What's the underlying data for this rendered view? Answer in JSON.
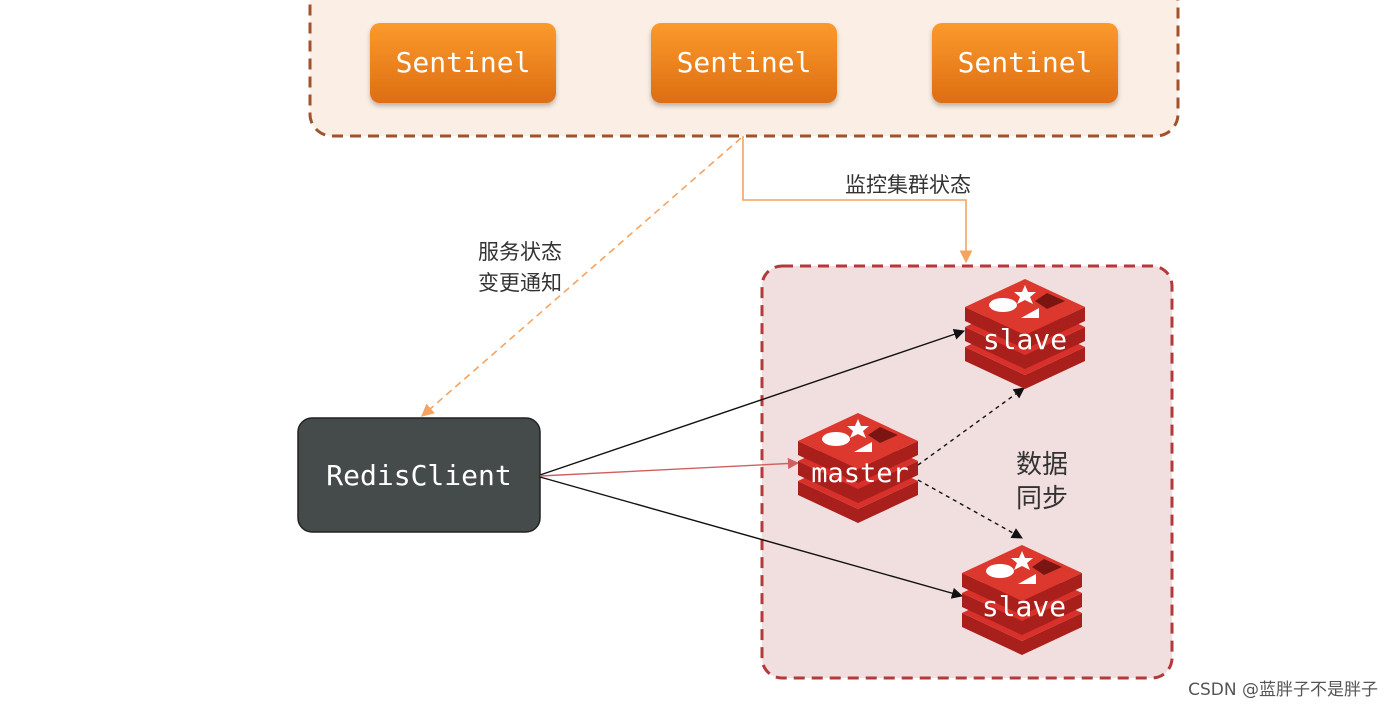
{
  "sentinels": [
    "Sentinel",
    "Sentinel",
    "Sentinel"
  ],
  "client_label": "RedisClient",
  "master_label": "master",
  "slave_labels": [
    "slave",
    "slave"
  ],
  "monitor_label": "监控集群状态",
  "notify_label": [
    "服务状态",
    "变更通知"
  ],
  "sync_label": [
    "数据",
    "同步"
  ],
  "watermark": "CSDN @蓝胖子不是胖子",
  "colors": {
    "sentinel_group_fill": "#fbeee4",
    "sentinel_group_border": "#a0522d",
    "sentinel_fill": "#f08c1e",
    "cluster_fill": "#f1dede",
    "cluster_border": "#b23a3a",
    "client_fill": "#454b4a",
    "redis_red": "#d8302a",
    "orange_line": "#f4a460",
    "red_line": "#d06060"
  },
  "icons": [
    "redis-logo-icon",
    "arrow-icon"
  ]
}
